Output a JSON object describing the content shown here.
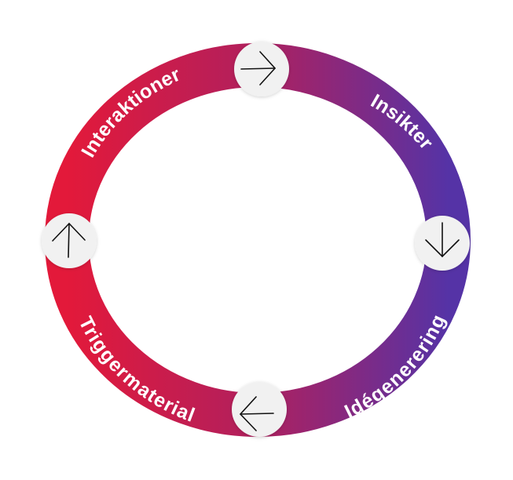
{
  "diagram": {
    "type": "cycle",
    "colors": {
      "start": "#e3193a",
      "end": "#5533a6",
      "button_fill": "#f1f1f1",
      "arrow": "#111111"
    },
    "stages": [
      {
        "label": "Interaktioner"
      },
      {
        "label": "Insikter"
      },
      {
        "label": "Idégenerering"
      },
      {
        "label": "Triggermaterial"
      }
    ],
    "arrows": [
      {
        "position": "top",
        "direction": "right",
        "icon": "arrow-right-icon"
      },
      {
        "position": "right",
        "direction": "down",
        "icon": "arrow-down-icon"
      },
      {
        "position": "bottom",
        "direction": "left",
        "icon": "arrow-left-icon"
      },
      {
        "position": "left",
        "direction": "up",
        "icon": "arrow-up-icon"
      }
    ]
  }
}
